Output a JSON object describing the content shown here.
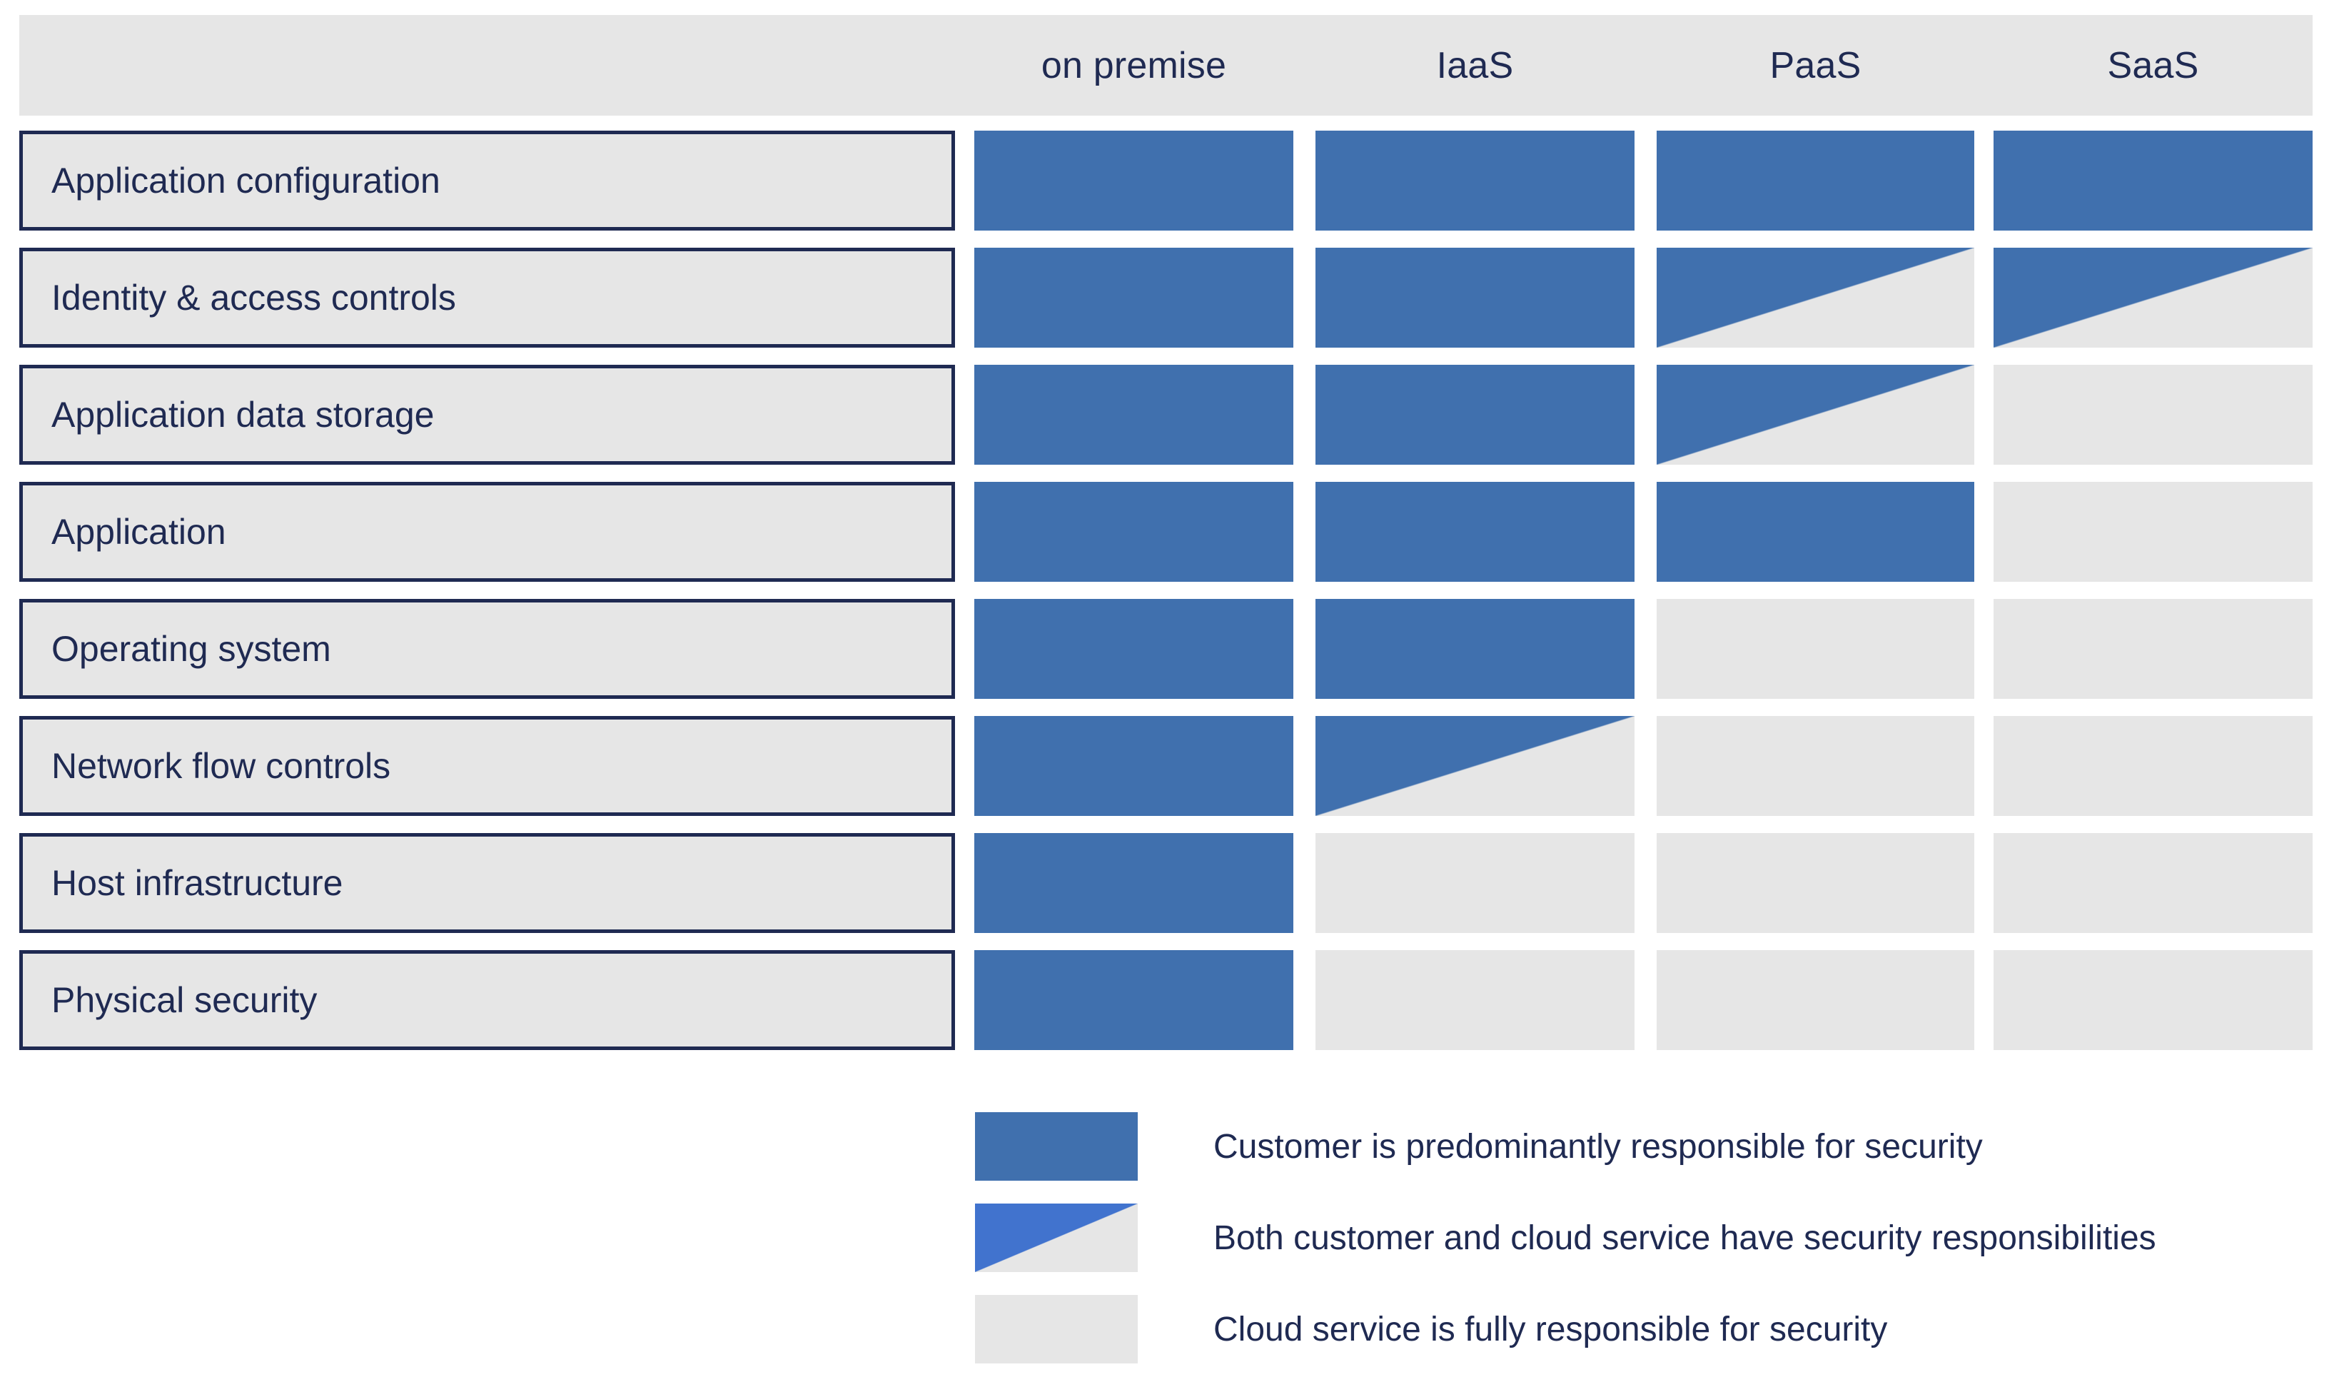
{
  "colors": {
    "customer_blue": "#4070ae",
    "cloud_grey": "#e6e6e6",
    "text_navy": "#1f2a52",
    "legend_split_blue": "#4173ce",
    "background": "#ffffff"
  },
  "matrix": {
    "columns": [
      {
        "label": "on premise"
      },
      {
        "label": "IaaS"
      },
      {
        "label": "PaaS"
      },
      {
        "label": "SaaS"
      }
    ],
    "rows": [
      {
        "label": "Application configuration",
        "values": [
          "full",
          "full",
          "full",
          "full"
        ]
      },
      {
        "label": "Identity & access controls",
        "values": [
          "full",
          "full",
          "split",
          "split"
        ]
      },
      {
        "label": "Application data storage",
        "values": [
          "full",
          "full",
          "split",
          "empty"
        ]
      },
      {
        "label": "Application",
        "values": [
          "full",
          "full",
          "full",
          "empty"
        ]
      },
      {
        "label": "Operating system",
        "values": [
          "full",
          "full",
          "empty",
          "empty"
        ]
      },
      {
        "label": "Network flow controls",
        "values": [
          "full",
          "split",
          "empty",
          "empty"
        ]
      },
      {
        "label": "Host infrastructure",
        "values": [
          "full",
          "empty",
          "empty",
          "empty"
        ]
      },
      {
        "label": "Physical security",
        "values": [
          "full",
          "empty",
          "empty",
          "empty"
        ]
      }
    ]
  },
  "legend": {
    "items": [
      {
        "swatch": "solid",
        "label": "Customer is predominantly responsible for security"
      },
      {
        "swatch": "split",
        "label": "Both customer and cloud service have security responsibilities"
      },
      {
        "swatch": "grey",
        "label": "Cloud service is fully responsible for security"
      }
    ]
  },
  "chart_data": {
    "type": "heatmap",
    "title": "",
    "xlabel": "",
    "ylabel": "",
    "categories": [
      "on premise",
      "IaaS",
      "PaaS",
      "SaaS"
    ],
    "rows": [
      "Application configuration",
      "Identity & access controls",
      "Application data storage",
      "Application",
      "Operating system",
      "Network flow controls",
      "Host infrastructure",
      "Physical security"
    ],
    "value_scale": {
      "full": "Customer is predominantly responsible for security",
      "split": "Both customer and cloud service have security responsibilities",
      "empty": "Cloud service is fully responsible for security"
    },
    "values": [
      [
        "full",
        "full",
        "full",
        "full"
      ],
      [
        "full",
        "full",
        "split",
        "split"
      ],
      [
        "full",
        "full",
        "split",
        "empty"
      ],
      [
        "full",
        "full",
        "full",
        "empty"
      ],
      [
        "full",
        "full",
        "empty",
        "empty"
      ],
      [
        "full",
        "split",
        "empty",
        "empty"
      ],
      [
        "full",
        "empty",
        "empty",
        "empty"
      ],
      [
        "full",
        "empty",
        "empty",
        "empty"
      ]
    ],
    "legend_position": "bottom-right",
    "grid": false
  }
}
